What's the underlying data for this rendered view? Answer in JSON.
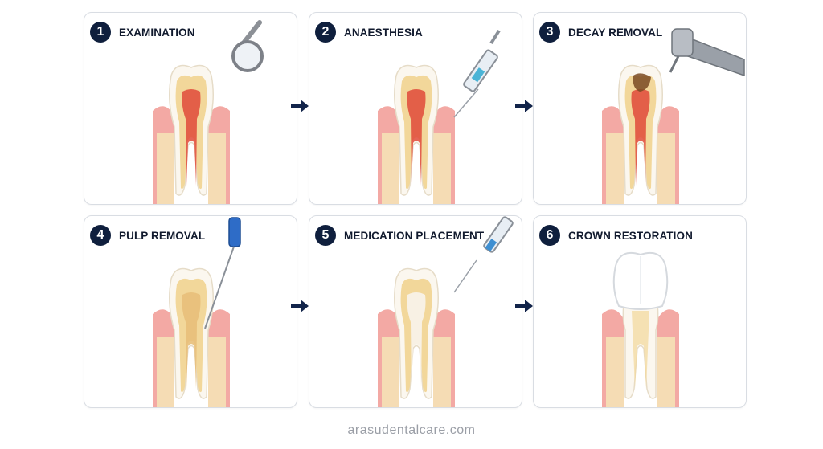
{
  "steps": [
    {
      "number": "1",
      "label": "EXAMINATION",
      "tool": "mirror-icon"
    },
    {
      "number": "2",
      "label": "ANAESTHESIA",
      "tool": "syringe-icon"
    },
    {
      "number": "3",
      "label": "DECAY REMOVAL",
      "tool": "drill-icon"
    },
    {
      "number": "4",
      "label": "PULP REMOVAL",
      "tool": "file-icon"
    },
    {
      "number": "5",
      "label": "MEDICATION PLACEMENT",
      "tool": "syringe-icon"
    },
    {
      "number": "6",
      "label": "CROWN RESTORATION",
      "tool": "crown-icon"
    }
  ],
  "footer": {
    "site": "arasudentalcare.com"
  },
  "colors": {
    "badge": "#0f1f3d",
    "arrow": "#12244a",
    "gum": "#f2a6a3",
    "bone": "#f4d9b0",
    "enamel": "#fbf7ef",
    "dentin": "#f2d79a",
    "pulp": "#e04a3a"
  }
}
